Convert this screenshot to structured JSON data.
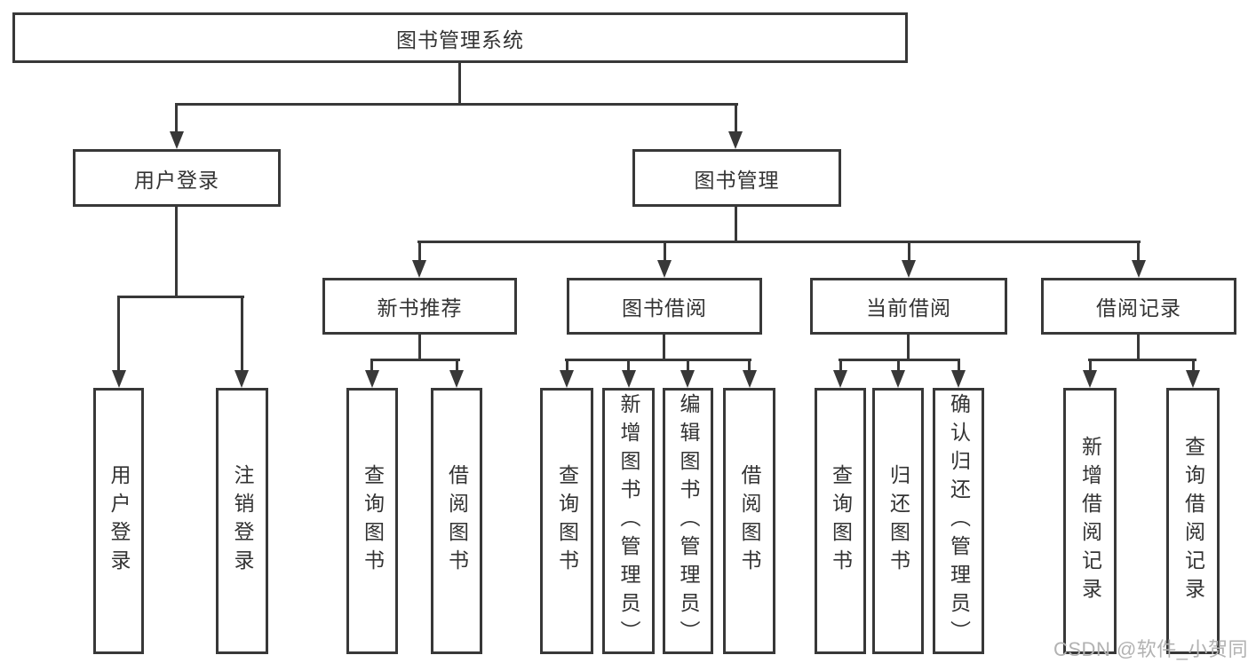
{
  "diagram": {
    "root": {
      "label": "图书管理系统"
    },
    "level2": [
      {
        "label": "用户登录"
      },
      {
        "label": "图书管理"
      }
    ],
    "level3": [
      {
        "label": "新书推荐"
      },
      {
        "label": "图书借阅"
      },
      {
        "label": "当前借阅"
      },
      {
        "label": "借阅记录"
      }
    ],
    "leaves": [
      {
        "label": "用户登录"
      },
      {
        "label": "注销登录"
      },
      {
        "label": "查询图书"
      },
      {
        "label": "借阅图书"
      },
      {
        "label": "查询图书"
      },
      {
        "label": "新增图书（管理员）"
      },
      {
        "label": "编辑图书（管理员）"
      },
      {
        "label": "借阅图书"
      },
      {
        "label": "查询图书"
      },
      {
        "label": "归还图书"
      },
      {
        "label": "确认归还（管理员）"
      },
      {
        "label": "新增借阅记录"
      },
      {
        "label": "查询借阅记录"
      }
    ]
  },
  "watermark": {
    "text": "CSDN @软件_小贺同学"
  },
  "colors": {
    "line": "#383838",
    "text": "#333333",
    "watermark": "#b2b2b2",
    "background": "#ffffff"
  }
}
